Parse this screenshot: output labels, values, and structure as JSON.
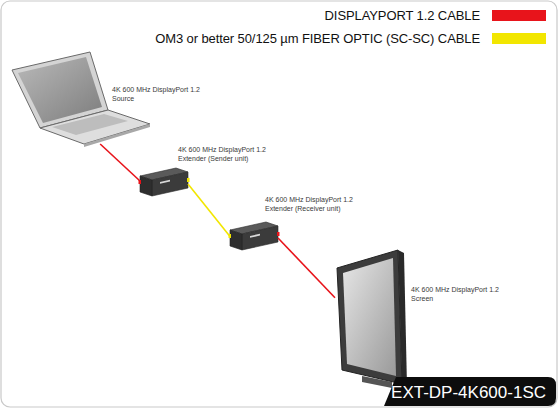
{
  "diagram": {
    "nodes": [
      {
        "text": [
          "4K 600 MHz DisplayPort 1.2 Source"
        ]
      },
      {
        "text": [
          "4K 600 MHz DisplayPort 1.2 Extender (Sender unit)"
        ]
      },
      {
        "text": [
          "4K 600 MHz DisplayPort 1.2 Extender (Receiver unit)"
        ]
      },
      {
        "text": [
          "4K 600 MHz DisplayPort 1.2 Screen"
        ]
      }
    ],
    "edges": [
      {
        "from": 0,
        "to": 1,
        "arrow": "none"
      },
      {
        "from": 1,
        "to": 2,
        "arrow": "none"
      },
      {
        "from": 2,
        "to": 3,
        "arrow": "none"
      }
    ],
    "labels": [
      "EXT-DP-4K600-1SC"
    ],
    "legend": [
      {
        "text": "DISPLAYPORT 1.2 CABLE",
        "color": "#e8141b"
      },
      {
        "text": "OM3 or better 50/125 µm FIBER OPTIC (SC-SC) CABLE",
        "color": "#f2e600"
      }
    ]
  }
}
